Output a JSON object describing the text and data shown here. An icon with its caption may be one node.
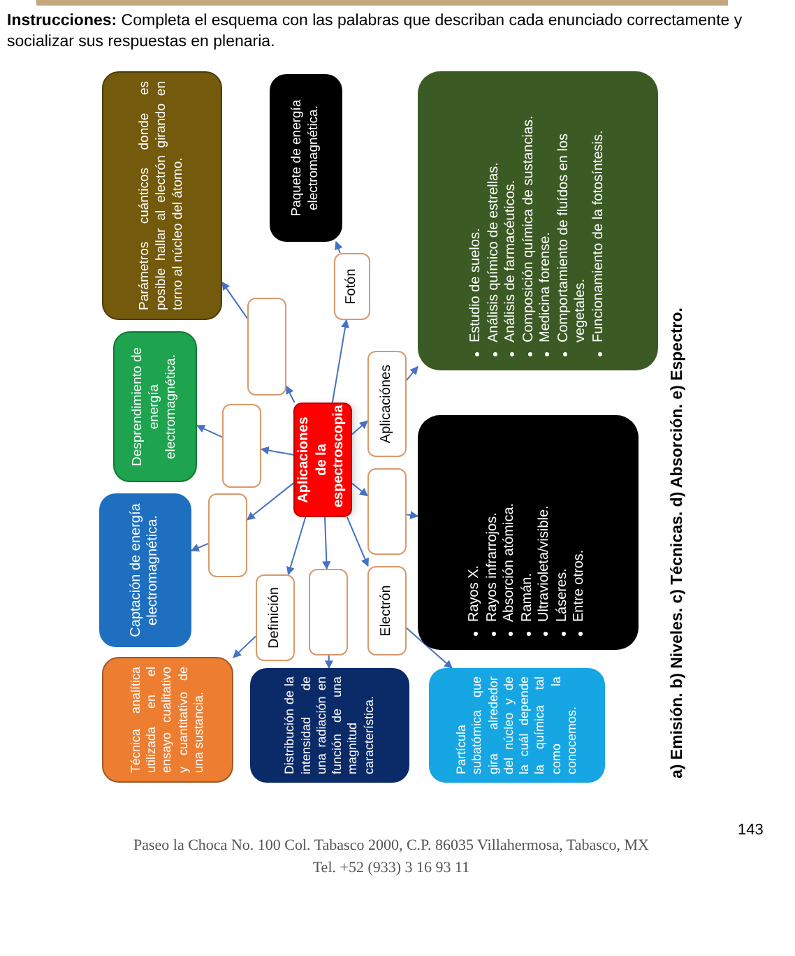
{
  "diagram": {
    "nodes": [
      {
        "text": [
          "Aplicaciones de la espectroscopia"
        ]
      },
      {
        "text": [
          "Técnica analítica utilizada en el ensayo cualitativo y cuantitativo de una sustancia."
        ]
      },
      {
        "text": [
          "Captación de energía electromagnética."
        ]
      },
      {
        "text": [
          "Desprendimiento de energía electromagnética."
        ]
      },
      {
        "text": [
          "Parámetros cuánticos donde es posible hallar al electrón girando en torno al núcleo del átomo."
        ]
      },
      {
        "text": [
          "Paquete de energía electromagnética."
        ]
      },
      {
        "text": [
          "Estudio de suelos.",
          "Análisis químico de estrellas.",
          "Análisis de farmacéuticos.",
          "Composición química de sustancias.",
          "Medicina forense.",
          "Comportamiento de fluídos en los vegetales.",
          "Funcionamiento de la fotosíntesis."
        ]
      },
      {
        "text": [
          "Rayos X.",
          "Rayos infrarrojos.",
          "Absorción atómica.",
          "Ramán.",
          "Ultravioleta/visible.",
          "Láseres.",
          "Entre otros."
        ]
      },
      {
        "text": [
          "Partícula subatómica que gira alrededor del núcleo y de la cuál depende la química tal como la conocemos."
        ]
      },
      {
        "text": [
          "Distribución de la intensidad de una radiación en función de una magnitud característica."
        ]
      },
      {
        "text": [
          "Definición"
        ]
      },
      {
        "text": [],
        "shape": "box"
      },
      {
        "text": [],
        "shape": "box"
      },
      {
        "text": [],
        "shape": "box"
      },
      {
        "text": [
          "Fotón"
        ]
      },
      {
        "text": [
          "Aplicaciónes"
        ]
      },
      {
        "text": [],
        "shape": "box"
      },
      {
        "text": [
          "Electrón"
        ]
      },
      {
        "text": [],
        "shape": "box"
      }
    ],
    "edges": [
      {
        "from": 0,
        "to": 10,
        "arrow": "to"
      },
      {
        "from": 0,
        "to": 11,
        "arrow": "to"
      },
      {
        "from": 0,
        "to": 12,
        "arrow": "to"
      },
      {
        "from": 0,
        "to": 13,
        "arrow": "to"
      },
      {
        "from": 0,
        "to": 14,
        "arrow": "to"
      },
      {
        "from": 0,
        "to": 15,
        "arrow": "to"
      },
      {
        "from": 0,
        "to": 16,
        "arrow": "to"
      },
      {
        "from": 0,
        "to": 17,
        "arrow": "to"
      },
      {
        "from": 0,
        "to": 18,
        "arrow": "to"
      },
      {
        "from": 10,
        "to": 1,
        "arrow": "to"
      },
      {
        "from": 11,
        "to": 2,
        "arrow": "to"
      },
      {
        "from": 12,
        "to": 3,
        "arrow": "to"
      },
      {
        "from": 13,
        "to": 4,
        "arrow": "to"
      },
      {
        "from": 14,
        "to": 5,
        "arrow": "to"
      },
      {
        "from": 15,
        "to": 6,
        "arrow": "to"
      },
      {
        "from": 16,
        "to": 7,
        "arrow": "to"
      },
      {
        "from": 17,
        "to": 8,
        "arrow": "to"
      },
      {
        "from": 18,
        "to": 9,
        "arrow": "to"
      }
    ],
    "labels": [
      "**Instrucciones:** Completa el esquema con las palabras que describan cada enunciado correctamente y socializar sus respuestas en plenaria.",
      "a) Emisión. b) Niveles. c) Técnicas. d) Absorción. e) Espectro.",
      "Paseo la Choca No. 100 Col. Tabasco 2000, C.P. 86035 Villahermosa, Tabasco, MX",
      "Tel. +52 (933) 3 16 93 11",
      "143"
    ]
  }
}
